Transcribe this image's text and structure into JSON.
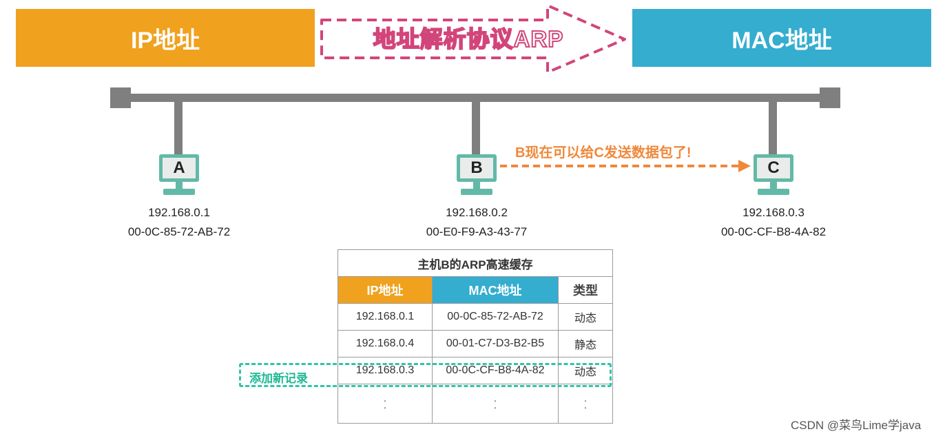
{
  "banner": {
    "ip": "IP地址",
    "arp": "地址解析协议ARP",
    "mac": "MAC地址"
  },
  "hosts": [
    {
      "letter": "A",
      "ip": "192.168.0.1",
      "mac": "00-0C-85-72-AB-72"
    },
    {
      "letter": "B",
      "ip": "192.168.0.2",
      "mac": "00-E0-F9-A3-43-77"
    },
    {
      "letter": "C",
      "ip": "192.168.0.3",
      "mac": "00-0C-CF-B8-4A-82"
    }
  ],
  "note": "B现在可以给C发送数据包了!",
  "table": {
    "caption": "主机B的ARP高速缓存",
    "headers": {
      "ip": "IP地址",
      "mac": "MAC地址",
      "type": "类型"
    },
    "rows": [
      {
        "ip": "192.168.0.1",
        "mac": "00-0C-85-72-AB-72",
        "type": "动态"
      },
      {
        "ip": "192.168.0.4",
        "mac": "00-01-C7-D3-B2-B5",
        "type": "静态"
      },
      {
        "ip": "192.168.0.3",
        "mac": "00-0C-CF-B8-4A-82",
        "type": "动态"
      }
    ],
    "ellipsis": "·\n·"
  },
  "new_record_label": "添加新记录",
  "credit": "CSDN @菜鸟Lime学java",
  "colors": {
    "ip": "#F0A11E",
    "mac": "#35ADCF",
    "arrow": "#D2457A",
    "note": "#F0883A",
    "new_record": "#2EC5A6",
    "bus": "#7F7F7F",
    "pc_screen": "#62B9A7"
  }
}
